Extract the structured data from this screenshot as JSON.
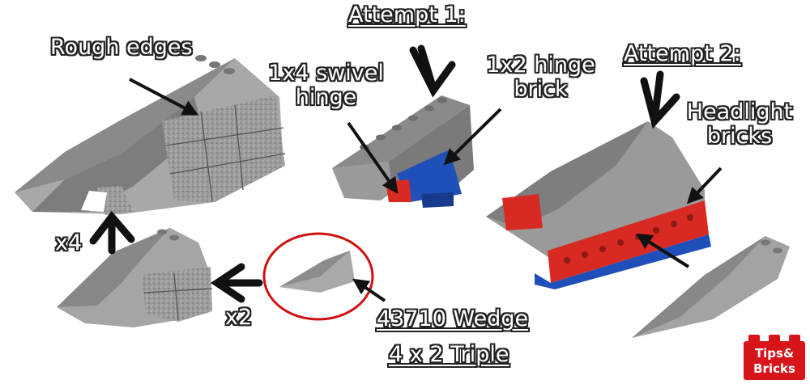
{
  "labels": {
    "rough_edges": "Rough edges",
    "attempt1": "Attempt 1:",
    "attempt2": "Attempt 2:",
    "swivel_hinge": "1x4 swivel hinge",
    "hinge_brick": "1x2 hinge brick",
    "headlight": "Headlight bricks",
    "wedge_line1": "43710 Wedge",
    "wedge_line2": "4 x 2 Triple",
    "x4": "x4",
    "x2": "x2"
  },
  "logo": {
    "line1": "Tips&",
    "line2": "Bricks"
  },
  "colors": {
    "brick_gray": "#8c8c8c",
    "brick_red": "#d82a22",
    "brick_blue": "#1f4fb8",
    "circle_red": "#d01010",
    "logo_red": "#d8141b"
  }
}
